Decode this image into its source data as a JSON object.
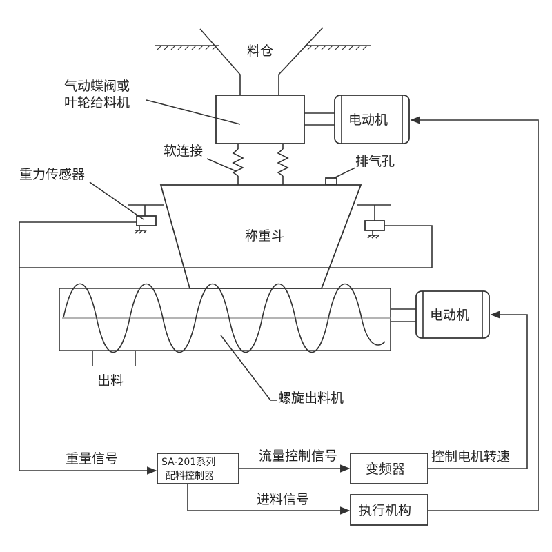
{
  "labels": {
    "silo": "料仓",
    "feeder_line1": "气动蝶阀或",
    "feeder_line2": "叶轮给料机",
    "motor_top": "电动机",
    "soft_connection": "软连接",
    "vent_hole": "排气孔",
    "gravity_sensor": "重力传感器",
    "weigh_hopper": "称重斗",
    "motor_screw": "电动机",
    "discharge": "出料",
    "screw_feeder": "螺旋出料机",
    "weight_signal": "重量信号",
    "controller_line1": "SA-201系列",
    "controller_line2": "配料控制器",
    "flow_control_signal": "流量控制信号",
    "inverter": "变频器",
    "motor_speed_control": "控制电机转速",
    "feed_signal": "进料信号",
    "actuator": "执行机构"
  }
}
